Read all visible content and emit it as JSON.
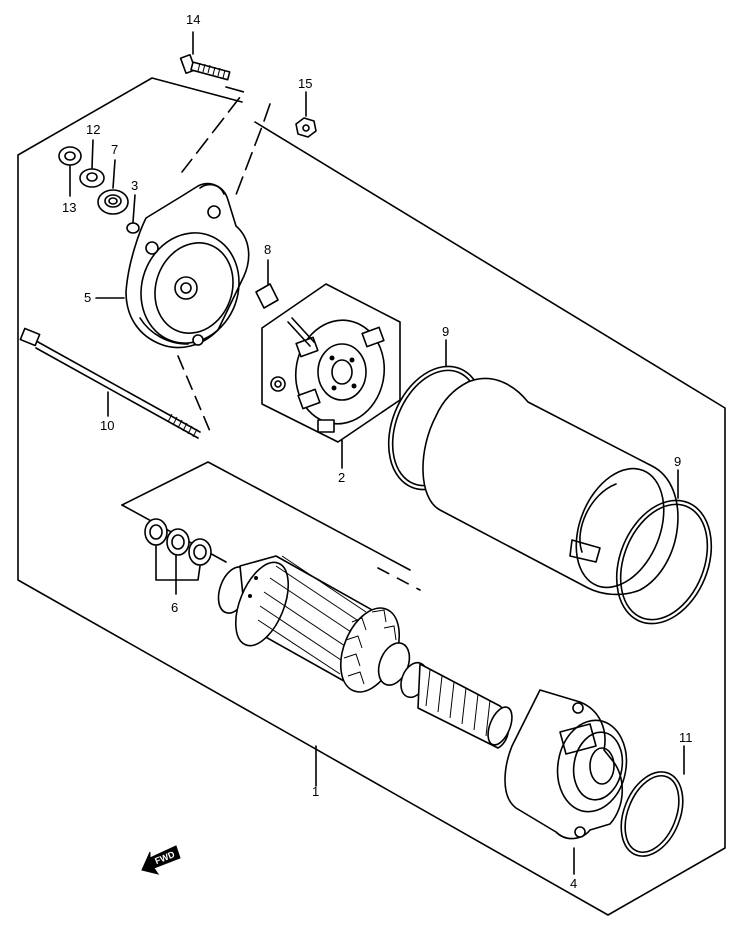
{
  "callouts": {
    "c1": "1",
    "c2": "2",
    "c3": "3",
    "c4": "4",
    "c5": "5",
    "c6": "6",
    "c7": "7",
    "c8": "8",
    "c9a": "9",
    "c9b": "9",
    "c10": "10",
    "c11": "11",
    "c12": "12",
    "c13": "13",
    "c14": "14",
    "c15": "15"
  },
  "fwd_arrow": {
    "label": "FWD",
    "icon": "fwd-arrow-icon"
  },
  "colors": {
    "line": "#000000",
    "background": "#ffffff"
  }
}
